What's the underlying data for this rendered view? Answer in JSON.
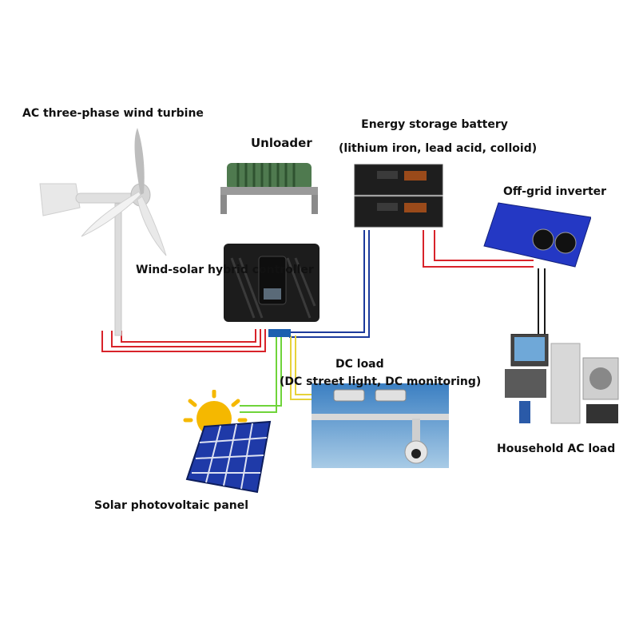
{
  "labels": {
    "wind_turbine": "AC three-phase wind turbine",
    "unloader": "Unloader",
    "battery_title": "Energy storage battery",
    "battery_types": "(lithium iron, lead acid, colloid)",
    "inverter": "Off-grid inverter",
    "controller": "Wind-solar hybrid controller",
    "dc_load": "DC load",
    "dc_load_examples": "(DC street light, DC monitoring)",
    "household_load": "Household AC load",
    "solar_panel": "Solar photovoltaic panel"
  },
  "colors": {
    "ac_wire": "#d8232a",
    "dc_wire": "#1c3a9c",
    "pv_wire": "#6fd43a",
    "load_wire": "#e6d23a",
    "inverter_body": "#2438c4",
    "panel_cell": "#1f3aa8",
    "sun": "#f5b800"
  },
  "icons": [
    "wind-turbine-icon",
    "resistor-unloader-icon",
    "controller-icon",
    "battery-rack-icon",
    "inverter-icon",
    "appliances-icon",
    "street-camera-icon",
    "solar-panel-icon",
    "sun-icon"
  ]
}
